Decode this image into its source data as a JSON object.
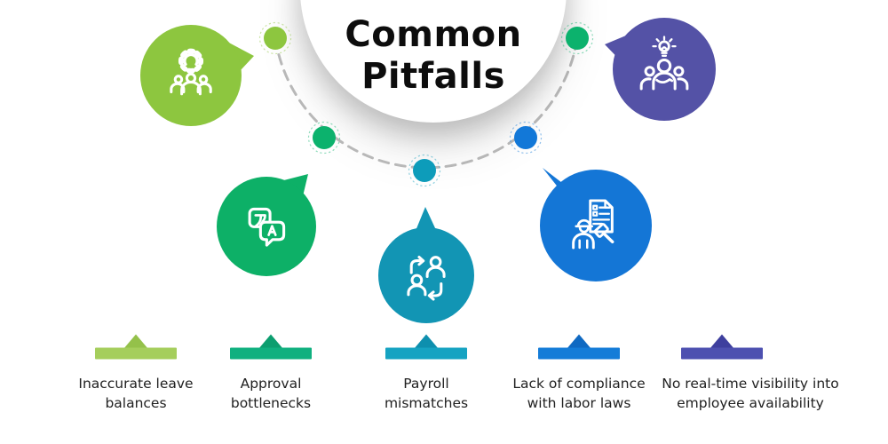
{
  "title": {
    "text": "Common Pitfalls",
    "lines": [
      "Common",
      "Pitfalls"
    ]
  },
  "pitfalls": [
    {
      "label": "Inaccurate leave balances",
      "lines": [
        "Inaccurate leave",
        "balances"
      ],
      "icon": "team-settings-icon",
      "bubble_color": "#8dc63f",
      "marker_color": "#a5ce5c",
      "marker_arrow_color": "#94c14a"
    },
    {
      "label": "Approval bottlenecks",
      "lines": [
        "Approval",
        "bottlenecks"
      ],
      "icon": "translation-icon",
      "bubble_color": "#0db067",
      "marker_color": "#10b07f",
      "marker_arrow_color": "#0c9e6f"
    },
    {
      "label": "Payroll mismatches",
      "lines": [
        "Payroll",
        "mismatches"
      ],
      "icon": "employee-swap-icon",
      "bubble_color": "#1295b4",
      "marker_color": "#16a3c2",
      "marker_arrow_color": "#0e8fae"
    },
    {
      "label": "Lack of compliance with labor laws",
      "lines": [
        "Lack of compliance",
        "with labor laws"
      ],
      "icon": "labor-law-compliance-icon",
      "bubble_color": "#1476d6",
      "marker_color": "#147cd8",
      "marker_arrow_color": "#0f69c2"
    },
    {
      "label": "No real-time visibility into employee availability",
      "lines": [
        "No real-time visibility into",
        "employee availability"
      ],
      "icon": "team-idea-icon",
      "bubble_color": "#5452a6",
      "marker_color": "#4d50b0",
      "marker_arrow_color": "#3e3f9e"
    }
  ],
  "arc": {
    "line_color": "#bbbbbb",
    "dot_colors": [
      "#8dc63f",
      "#0cb26d",
      "#0d9cba",
      "#1278d8",
      "#0cb26d"
    ]
  },
  "translation_icon_glyphs": {
    "back_bubble": "ア",
    "front_bubble": "A"
  }
}
